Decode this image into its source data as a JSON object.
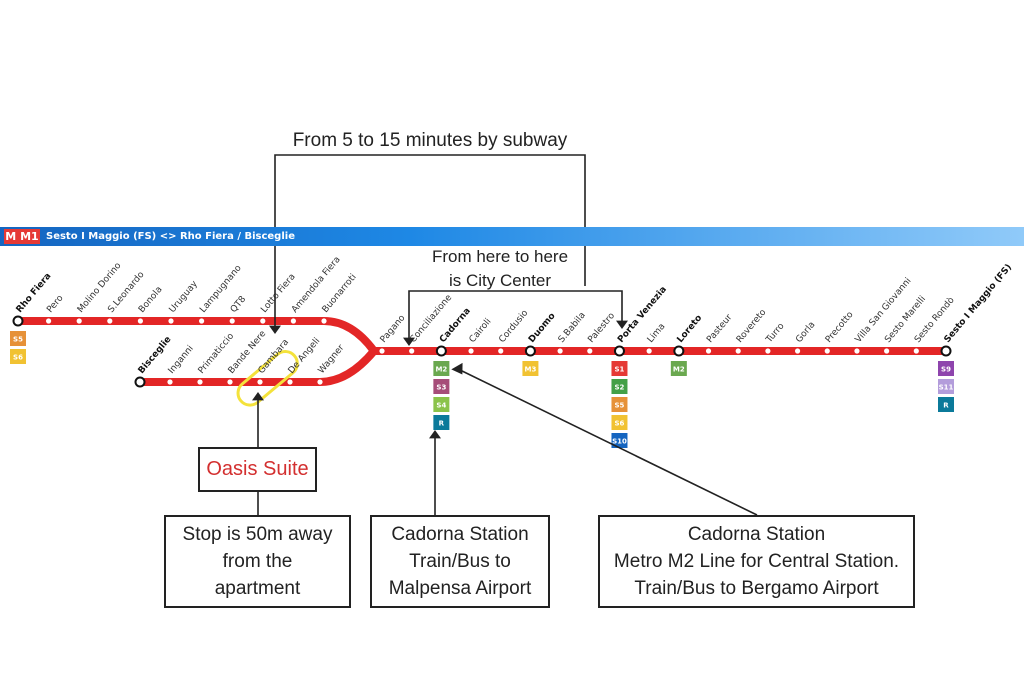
{
  "header": {
    "logo": "M M1",
    "title": "Sesto I Maggio (FS) <> Rho Fiera / Bisceglie"
  },
  "annotations": {
    "top": "From 5 to 15 minutes by subway",
    "center_line1": "From here to here",
    "center_line2": "is City Center"
  },
  "boxes": {
    "oasis": "Oasis Suite",
    "stop": [
      "Stop is 50m away",
      "from the",
      "apartment"
    ],
    "cadorna_train": [
      "Cadorna Station",
      "Train/Bus to",
      "Malpensa Airport"
    ],
    "cadorna_metro": [
      "Cadorna Station",
      "Metro M2 Line for Central Station.",
      "Train/Bus to Bergamo Airport"
    ]
  },
  "line_colors": {
    "m1": "#e32626",
    "m2": "#6aa84f",
    "m3": "#f1c232",
    "s": "#e06666"
  },
  "branch_rho": [
    "Rho Fiera",
    "Pero",
    "Molino Dorino",
    "S.Leonardo",
    "Bonola",
    "Uruguay",
    "Lampugnano",
    "QT8",
    "Lotto Fiera",
    "Amendola Fiera",
    "Buonarroti"
  ],
  "branch_bisceglie": [
    "Bisceglie",
    "Inganni",
    "Primaticcio",
    "Bande Nere",
    "Gambara",
    "De Angeli",
    "Wagner"
  ],
  "trunk": [
    "Pagano",
    "Conciliazione",
    "Cadorna",
    "Cairoli",
    "Cordusio",
    "Duomo",
    "S.Babila",
    "Palestro",
    "Porta Venezia",
    "Lima",
    "Loreto",
    "Pasteur",
    "Rovereto",
    "Turro",
    "Gorla",
    "Precotto",
    "Villa San Giovanni",
    "Sesto Marelli",
    "Sesto Rondò",
    "Sesto I Maggio (FS)"
  ],
  "bold_stations": [
    "Rho Fiera",
    "Bisceglie",
    "Cadorna",
    "Duomo",
    "Porta Venezia",
    "Loreto",
    "Sesto I Maggio (FS)"
  ],
  "interchanges": {
    "Rho Fiera": [
      {
        "t": "S5",
        "c": "#e69138"
      },
      {
        "t": "S6",
        "c": "#f1c232"
      }
    ],
    "Cadorna": [
      {
        "t": "M2",
        "c": "#6aa84f"
      },
      {
        "t": "S3",
        "c": "#a64d79"
      },
      {
        "t": "S4",
        "c": "#8bc34a"
      },
      {
        "t": "R",
        "c": "#0b7a9a"
      }
    ],
    "Duomo": [
      {
        "t": "M3",
        "c": "#f1c232"
      }
    ],
    "Porta Venezia": [
      {
        "t": "S1",
        "c": "#e53935"
      },
      {
        "t": "S2",
        "c": "#43a047"
      },
      {
        "t": "S5",
        "c": "#e69138"
      },
      {
        "t": "S6",
        "c": "#f1c232"
      },
      {
        "t": "S10",
        "c": "#1565c0"
      }
    ],
    "Loreto": [
      {
        "t": "M2",
        "c": "#6aa84f"
      }
    ],
    "Sesto I Maggio (FS)": [
      {
        "t": "S9",
        "c": "#8e44ad"
      },
      {
        "t": "S11",
        "c": "#b39ddb"
      },
      {
        "t": "R",
        "c": "#0b7a9a"
      }
    ]
  }
}
